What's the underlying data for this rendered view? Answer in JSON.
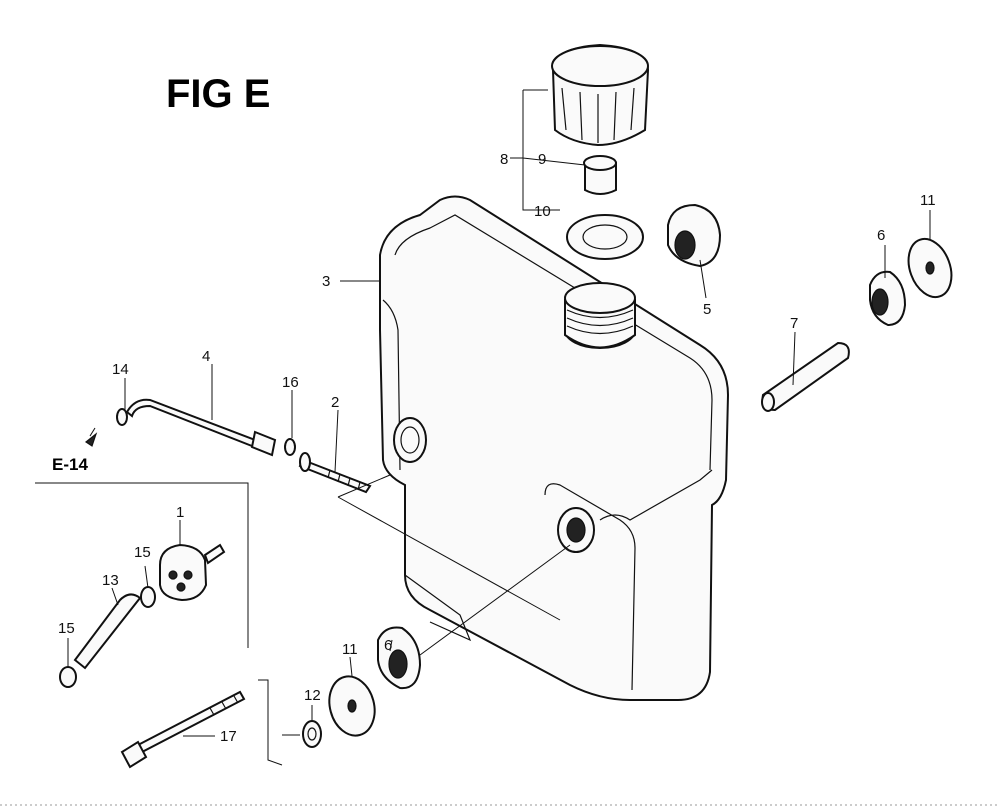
{
  "title": "FIG E",
  "reference": "E-14",
  "callouts": [
    "1",
    "2",
    "3",
    "4",
    "5",
    "6",
    "6",
    "7",
    "8",
    "9",
    "10",
    "11",
    "11",
    "12",
    "13",
    "14",
    "15",
    "15",
    "16",
    "17"
  ]
}
